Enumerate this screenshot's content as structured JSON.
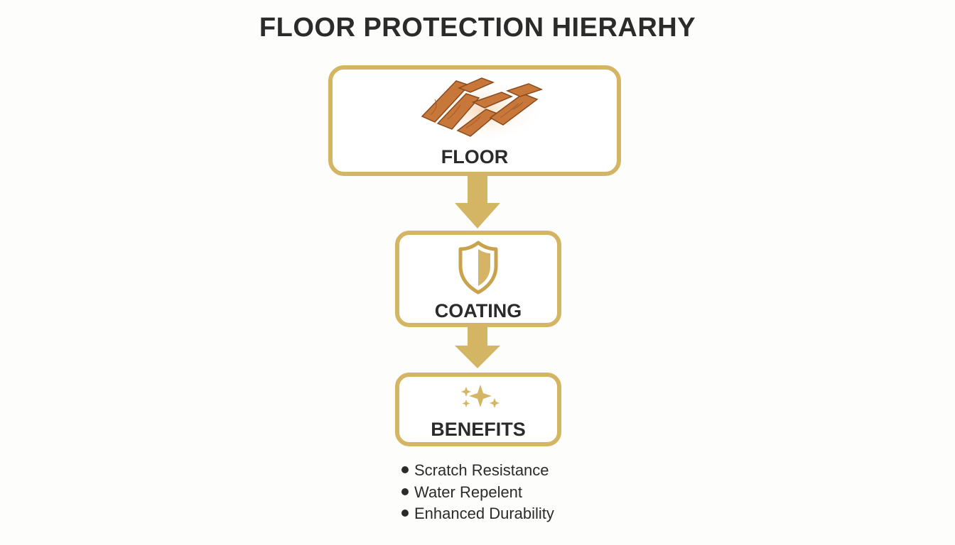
{
  "title": "FLOOR PROTECTION HIERARHY",
  "nodes": [
    {
      "id": "floor",
      "label": "FLOOR",
      "icon": "wood-floor-icon"
    },
    {
      "id": "coating",
      "label": "COATING",
      "icon": "shield-icon"
    },
    {
      "id": "benefits",
      "label": "BENEFITS",
      "icon": "sparkle-icon"
    }
  ],
  "benefits_list": [
    "Scratch Resistance",
    "Water Repelent",
    "Enhanced Durability"
  ],
  "colors": {
    "accent": "#d4b563",
    "text": "#2b2b2b",
    "wood": "#c8773a",
    "background": "#fdfdfc"
  }
}
